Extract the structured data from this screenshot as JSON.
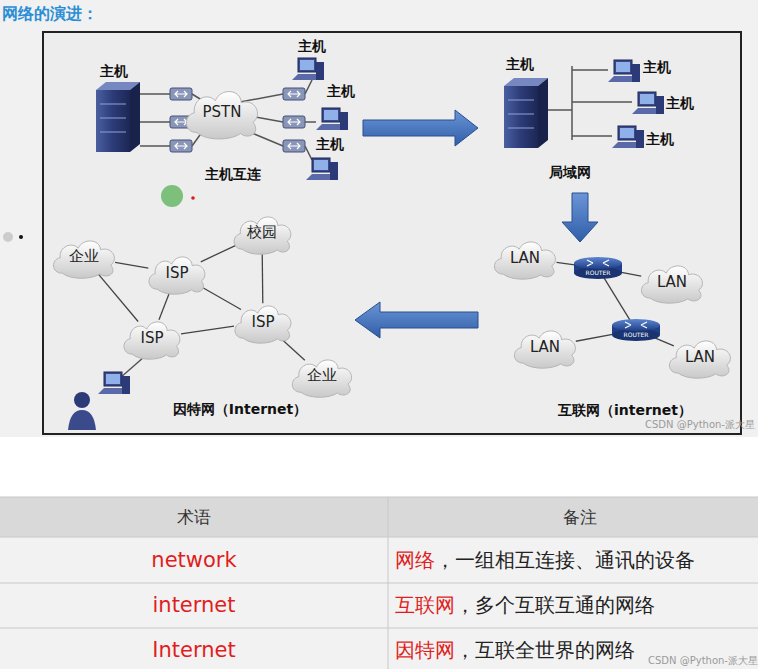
{
  "diagram": {
    "title": "网络的演进：",
    "nodes": [
      {
        "text": [
          "PSTN"
        ]
      },
      {
        "text": [
          "企业"
        ]
      },
      {
        "text": [
          "ISP"
        ]
      },
      {
        "text": [
          "校园"
        ]
      },
      {
        "text": [
          "ISP"
        ]
      },
      {
        "text": [
          "ISP"
        ]
      },
      {
        "text": [
          "企业"
        ]
      },
      {
        "text": [
          "LAN"
        ]
      },
      {
        "text": [
          "ROUTER"
        ]
      },
      {
        "text": [
          "LAN"
        ]
      },
      {
        "text": [
          "ROUTER"
        ]
      },
      {
        "text": [
          "LAN"
        ]
      },
      {
        "text": [
          "LAN"
        ]
      }
    ],
    "edges": [
      {
        "from": 1,
        "to": 2,
        "arrow": "none"
      },
      {
        "from": 2,
        "to": 3,
        "arrow": "none"
      },
      {
        "from": 2,
        "to": 4,
        "arrow": "none"
      },
      {
        "from": 2,
        "to": 5,
        "arrow": "none"
      },
      {
        "from": 3,
        "to": 5,
        "arrow": "none"
      },
      {
        "from": 4,
        "to": 5,
        "arrow": "none"
      },
      {
        "from": 1,
        "to": 4,
        "arrow": "none"
      },
      {
        "from": 5,
        "to": 6,
        "arrow": "none"
      },
      {
        "from": 7,
        "to": 8,
        "arrow": "none"
      },
      {
        "from": 9,
        "to": 8,
        "arrow": "none"
      },
      {
        "from": 8,
        "to": 10,
        "arrow": "none"
      },
      {
        "from": 11,
        "to": 10,
        "arrow": "none"
      },
      {
        "from": 12,
        "to": 10,
        "arrow": "none"
      }
    ],
    "labels": [
      "主机",
      "主机",
      "主机",
      "主机",
      "主机互连",
      "主机",
      "主机",
      "主机",
      "主机",
      "局域网",
      "互联网（internet）",
      "因特网（Internet）",
      "CSDN @Python-派大星",
      "术语",
      "备注",
      "network",
      "网络",
      "，一组相互连接、通讯的设备",
      "internet",
      "互联网",
      "，多个互联互通的网络",
      "Internet",
      "因特网",
      "，互联全世界的网络",
      "CSDN @Python-派大星"
    ]
  }
}
